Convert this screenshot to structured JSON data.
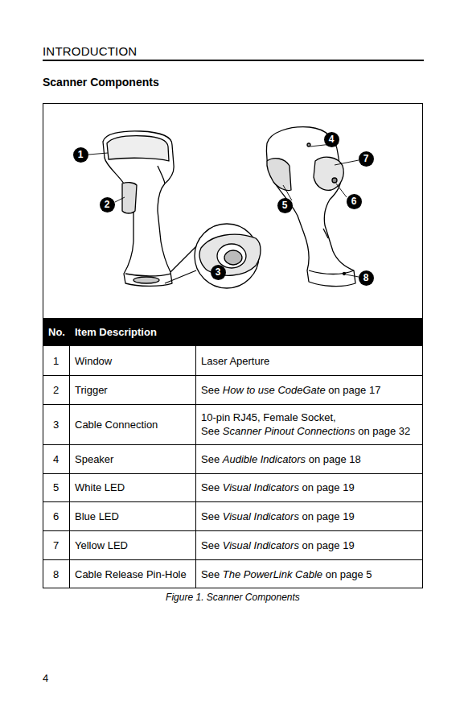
{
  "diagram": {
    "title": "Scanner Components",
    "caption": "Figure 1. Scanner Components",
    "nodes": [
      {
        "text": [
          "1"
        ]
      },
      {
        "text": [
          "2"
        ]
      },
      {
        "text": [
          "3"
        ]
      },
      {
        "text": [
          "4"
        ]
      },
      {
        "text": [
          "5"
        ]
      },
      {
        "text": [
          "6"
        ]
      },
      {
        "text": [
          "7"
        ]
      },
      {
        "text": [
          "8"
        ]
      }
    ],
    "labels": [
      "INTRODUCTION",
      "No.",
      "Item Description",
      "1",
      "Window",
      "Laser Aperture",
      "2",
      "Trigger",
      "See",
      "How to use CodeGate",
      "on page 17",
      "3",
      "Cable Connection",
      "10-pin RJ45, Female Socket,",
      "See",
      "Scanner Pinout Connections",
      "on page 32",
      "4",
      "Speaker",
      "See",
      "Audible Indicators",
      "on page 18",
      "5",
      "White LED",
      "See",
      "Visual Indicators",
      "on page 19",
      "6",
      "Blue LED",
      "See",
      "Visual Indicators",
      "on page 19",
      "7",
      "Yellow LED",
      "See",
      "Visual Indicators",
      "on page 19",
      "8",
      "Cable Release Pin-Hole",
      "See",
      "The PowerLink Cable",
      "on page 5",
      "4"
    ]
  }
}
